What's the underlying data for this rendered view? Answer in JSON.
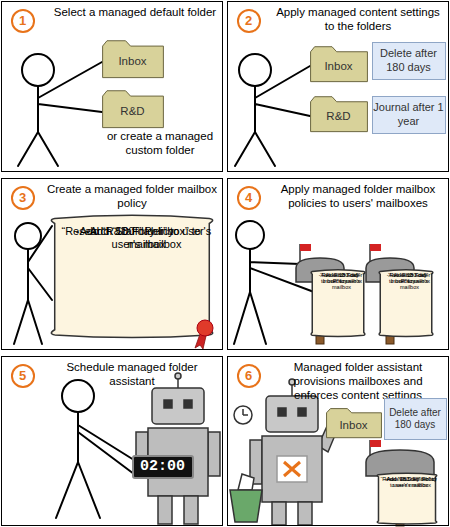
{
  "diagram": {
    "nodes": [
      {
        "text": [
          "Select a managed default folder",
          "or create a managed custom folder"
        ]
      },
      {
        "text": [
          "1"
        ],
        "in": 0
      },
      {
        "text": [
          "Inbox"
        ],
        "in": 0
      },
      {
        "text": [
          "R&D"
        ],
        "in": 0
      },
      {
        "text": [
          "Apply managed content settings to the folders"
        ]
      },
      {
        "text": [
          "2"
        ],
        "in": 4
      },
      {
        "text": [
          "Inbox"
        ],
        "in": 4
      },
      {
        "text": [
          "Delete after 180 days"
        ],
        "in": 4
      },
      {
        "text": [
          "R&D"
        ],
        "in": 4
      },
      {
        "text": [
          "Journal after 1 year"
        ],
        "in": 4
      },
      {
        "text": [
          "Create a managed folder mailbox policy"
        ]
      },
      {
        "text": [
          "3"
        ],
        "in": 10
      },
      {
        "text": [
          "“Research Staff” Policy:",
          "-Add “180 day Inbox” to user's mailbox",
          "-Add “R&D Folder” to user's mailbox"
        ],
        "in": 10
      },
      {
        "text": [
          "Apply managed folder mailbox policies to users' mailboxes"
        ]
      },
      {
        "text": [
          "4"
        ],
        "in": 13
      },
      {
        "text": [
          "“Research Staff” Policy",
          "-Add “180 day Inbox” to user's mailbox",
          "-Add “R&D Folder” to user's mailbox"
        ],
        "in": 13
      },
      {
        "text": [
          "“Research Staff” Policy",
          "-Add “180 day Inbox” to user's mailbox",
          "-Add “R&D Folder” to user's mailbox"
        ],
        "in": 13
      },
      {
        "text": [
          "Schedule managed folder assistant"
        ]
      },
      {
        "text": [
          "5"
        ],
        "in": 17
      },
      {
        "text": [
          "02:00"
        ],
        "in": 17
      },
      {
        "text": [
          "Managed folder assistant provisions mailboxes and enforces content settings"
        ]
      },
      {
        "text": [
          "6"
        ],
        "in": 20
      },
      {
        "text": [
          "Inbox"
        ],
        "in": 20
      },
      {
        "text": [
          "Delete after 180 days"
        ],
        "in": 20
      },
      {
        "text": [
          "“Research Staff” Policy",
          "-Add “180 day Inbox” to user's mailbox",
          "-Add “R&D Folder” to user's mailbox"
        ],
        "in": 20
      }
    ]
  }
}
